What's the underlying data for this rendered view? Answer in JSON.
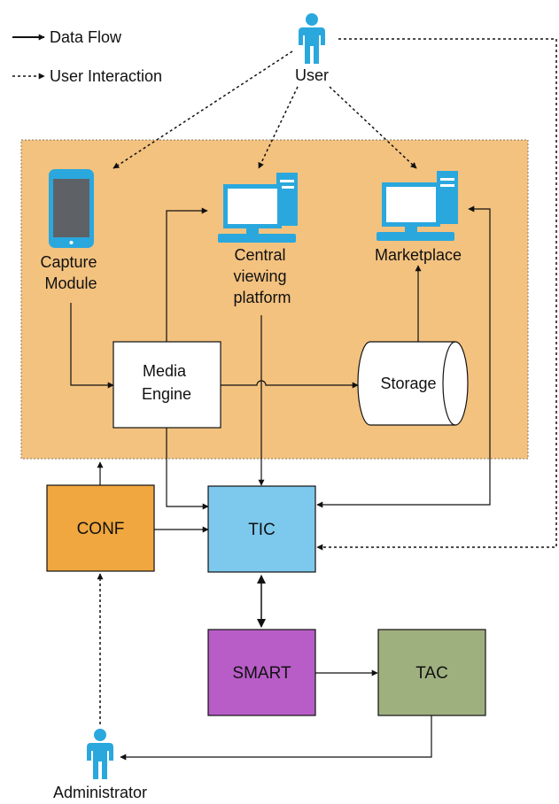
{
  "legend": {
    "data_flow": "Data Flow",
    "user_interaction": "User Interaction"
  },
  "actors": {
    "user": "User",
    "administrator": "Administrator"
  },
  "components": {
    "capture_module": [
      "Capture",
      "Module"
    ],
    "central_viewing_platform": [
      "Central",
      "viewing",
      "platform"
    ],
    "marketplace": "Marketplace",
    "media_engine": [
      "Media",
      "Engine"
    ],
    "storage": "Storage",
    "conf": "CONF",
    "tic": "TIC",
    "smart": "SMART",
    "tac": "TAC"
  },
  "colors": {
    "platform_region": "#f3c27f",
    "conf": "#f0a73f",
    "tic": "#7dc9ee",
    "smart": "#b85dc7",
    "tac": "#9fb07f",
    "icon_blue": "#2aa8de",
    "media_engine": "#ffffff",
    "storage": "#ffffff"
  },
  "icons": {
    "user": "person-icon",
    "administrator": "person-icon",
    "capture_module": "tablet-icon",
    "central_viewing_platform": "desktop-computer-icon",
    "marketplace": "desktop-computer-icon"
  }
}
